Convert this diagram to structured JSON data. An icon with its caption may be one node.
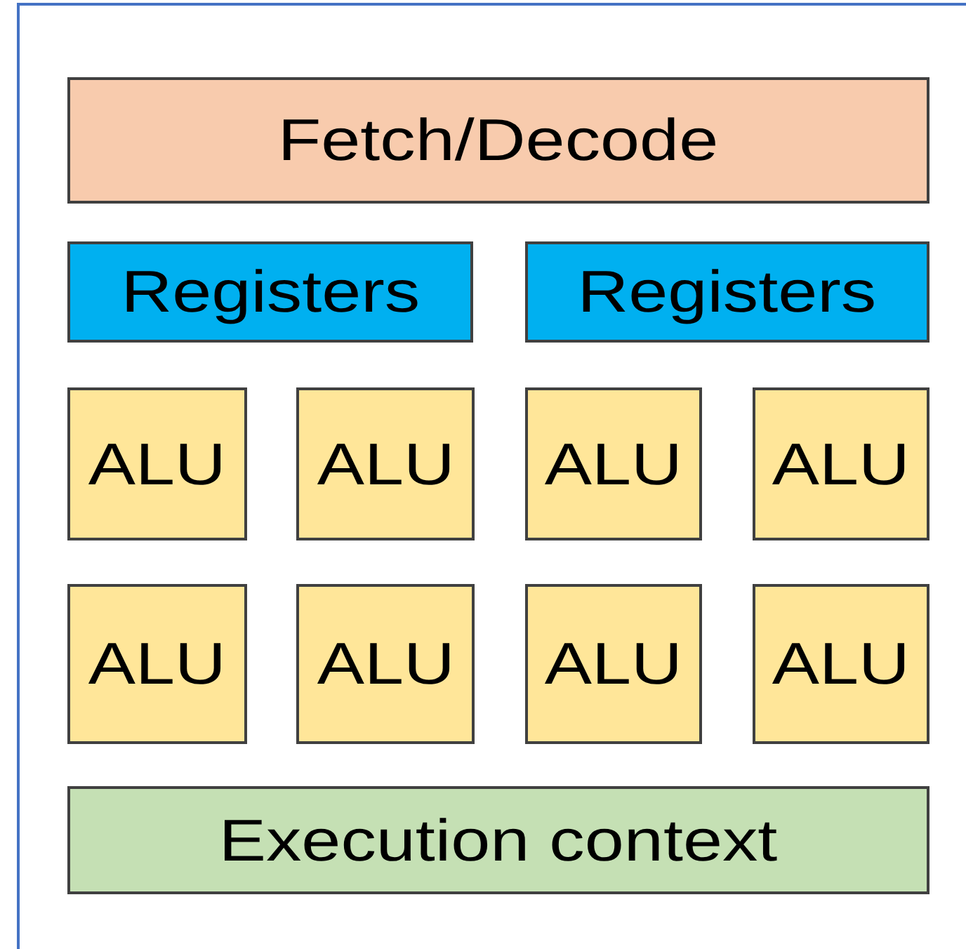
{
  "diagram": {
    "nodes": [
      {
        "text": [],
        "shape": "box"
      },
      {
        "text": [
          "Fetch/Decode"
        ],
        "in": 0
      },
      {
        "text": [
          "Registers"
        ],
        "in": 0
      },
      {
        "text": [
          "Registers"
        ],
        "in": 0
      },
      {
        "text": [
          "ALU"
        ],
        "in": 0
      },
      {
        "text": [
          "ALU"
        ],
        "in": 0
      },
      {
        "text": [
          "ALU"
        ],
        "in": 0
      },
      {
        "text": [
          "ALU"
        ],
        "in": 0
      },
      {
        "text": [
          "ALU"
        ],
        "in": 0
      },
      {
        "text": [
          "ALU"
        ],
        "in": 0
      },
      {
        "text": [
          "ALU"
        ],
        "in": 0
      },
      {
        "text": [
          "ALU"
        ],
        "in": 0
      },
      {
        "text": [
          "Execution context"
        ],
        "in": 0
      }
    ]
  }
}
